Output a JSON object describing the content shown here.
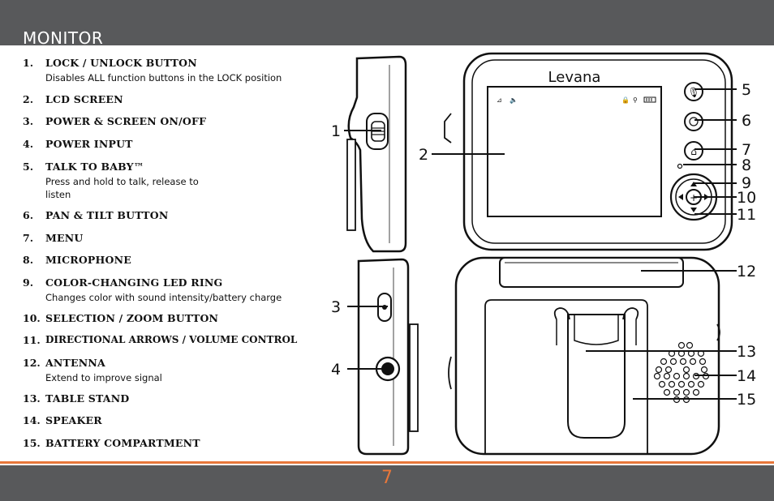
{
  "header": {
    "title": "MONITOR"
  },
  "parts": [
    {
      "num": "1.",
      "name": "LOCK / UNLOCK BUTTON",
      "desc": "Disables ALL function buttons in the LOCK position"
    },
    {
      "num": "2.",
      "name": "LCD SCREEN",
      "desc": ""
    },
    {
      "num": "3.",
      "name": "POWER & SCREEN ON/OFF",
      "desc": ""
    },
    {
      "num": "4.",
      "name": "POWER INPUT",
      "desc": ""
    },
    {
      "num": "5.",
      "name": "TALK TO BABY™",
      "desc": "Press and hold to talk, release to listen"
    },
    {
      "num": "6.",
      "name": "PAN & TILT BUTTON",
      "desc": ""
    },
    {
      "num": "7.",
      "name": "MENU",
      "desc": ""
    },
    {
      "num": "8.",
      "name": "MICROPHONE",
      "desc": ""
    },
    {
      "num": "9.",
      "name": "COLOR-CHANGING LED RING",
      "desc": "Changes color with sound intensity/battery charge"
    },
    {
      "num": "10.",
      "name": "SELECTION / ZOOM BUTTON",
      "desc": ""
    },
    {
      "num": "11.",
      "name": "DIRECTIONAL ARROWS / VOLUME CONTROL",
      "desc": ""
    },
    {
      "num": "12.",
      "name": "ANTENNA",
      "desc": "Extend to improve signal"
    },
    {
      "num": "13.",
      "name": "TABLE STAND",
      "desc": ""
    },
    {
      "num": "14.",
      "name": "SPEAKER",
      "desc": ""
    },
    {
      "num": "15.",
      "name": "BATTERY COMPARTMENT",
      "desc": ""
    }
  ],
  "diagram": {
    "brand": "Levana",
    "callouts": [
      "1",
      "2",
      "3",
      "4",
      "5",
      "6",
      "7",
      "8",
      "9",
      "10",
      "11",
      "12",
      "13",
      "14",
      "15"
    ]
  },
  "footer": {
    "page_number": "7"
  },
  "colors": {
    "header_bg": "#58595b",
    "accent": "#e8773a"
  }
}
